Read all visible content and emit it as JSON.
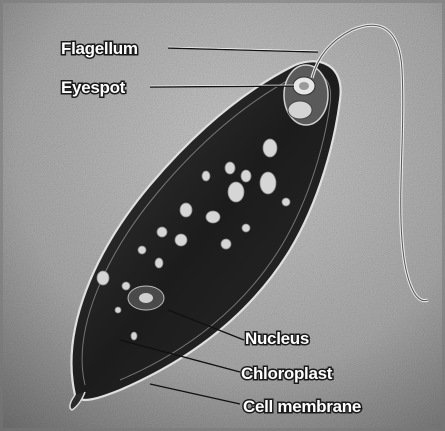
{
  "diagram": {
    "labels": {
      "flagellum": "Flagellum",
      "eyespot": "Eyespot",
      "nucleus": "Nucleus",
      "chloroplast": "Chloroplast",
      "cell_membrane": "Cell membrane"
    },
    "colors": {
      "background_light": "#bdbdbd",
      "background_dark": "#6e6e6e",
      "cell_body": "#1c1c1c",
      "organelle": "#d8d8d8",
      "label_fill": "#ffffff",
      "label_outline": "#1a1a1a"
    }
  }
}
